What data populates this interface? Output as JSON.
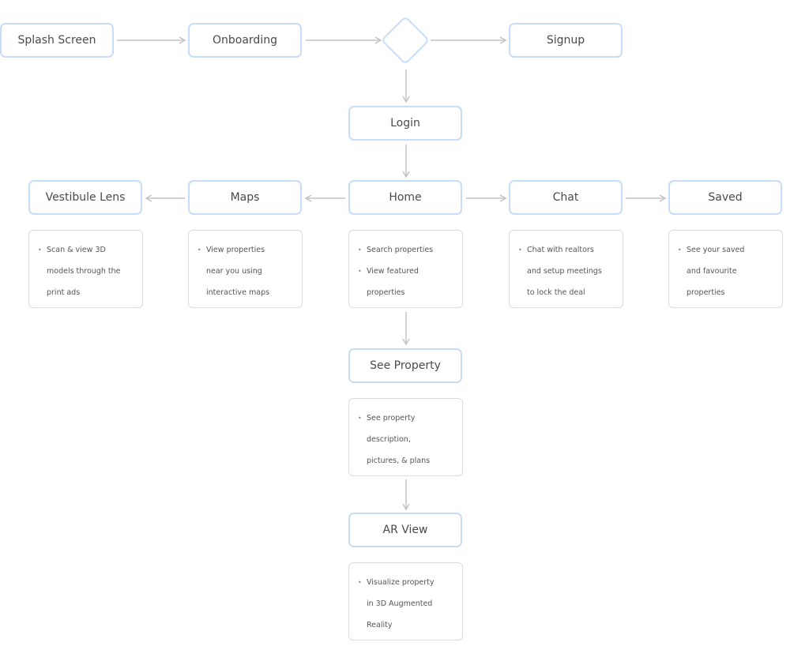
{
  "nodes": {
    "splash": "Splash Screen",
    "onboarding": "Onboarding",
    "signup": "Signup",
    "login": "Login",
    "home": "Home",
    "maps": "Maps",
    "vestibule": "Vestibule Lens",
    "chat": "Chat",
    "saved": "Saved",
    "see_property": "See Property",
    "ar_view": "AR View"
  },
  "descriptions": {
    "vestibule": [
      "Scan & view 3D",
      "models through the",
      "print ads"
    ],
    "maps": [
      "View properties",
      "near you using",
      "interactive maps"
    ],
    "home": [
      "Search properties",
      "View featured",
      "properties"
    ],
    "chat": [
      "Chat with realtors",
      "and setup meetings",
      "to lock the deal"
    ],
    "saved": [
      "See  your saved",
      "and favourite",
      "properties"
    ],
    "see_property": [
      "See property",
      "description,",
      "pictures, & plans"
    ],
    "ar_view": [
      "Visualize property",
      "in 3D Augmented",
      "Reality"
    ]
  },
  "colors": {
    "node_border": "#c7dcf7",
    "desc_border": "#dcdcdc",
    "arrow": "#c4c4c4"
  }
}
